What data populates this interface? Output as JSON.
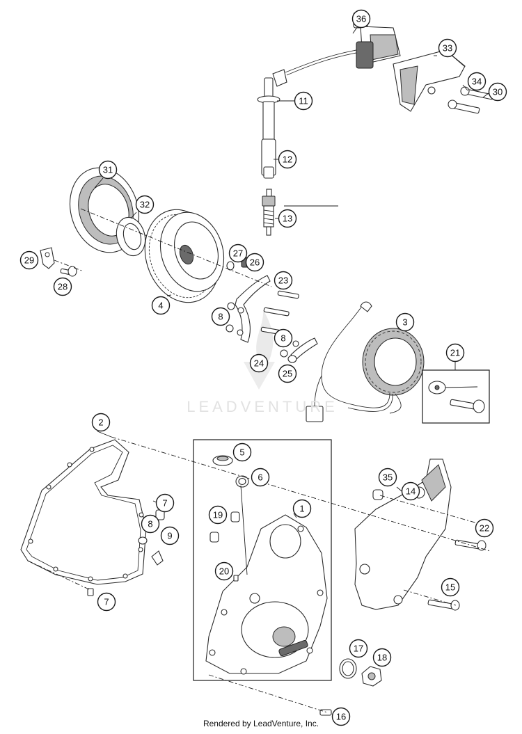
{
  "callouts": [
    "1",
    "2",
    "3",
    "4",
    "5",
    "6",
    "7",
    "7",
    "8",
    "8",
    "8",
    "9",
    "11",
    "12",
    "13",
    "14",
    "15",
    "16",
    "17",
    "18",
    "19",
    "20",
    "21",
    "22",
    "23",
    "24",
    "25",
    "26",
    "27",
    "28",
    "29",
    "30",
    "31",
    "32",
    "33",
    "34",
    "35",
    "36"
  ],
  "watermark": "LEADVENTURE",
  "footer": "Rendered by LeadVenture, Inc."
}
